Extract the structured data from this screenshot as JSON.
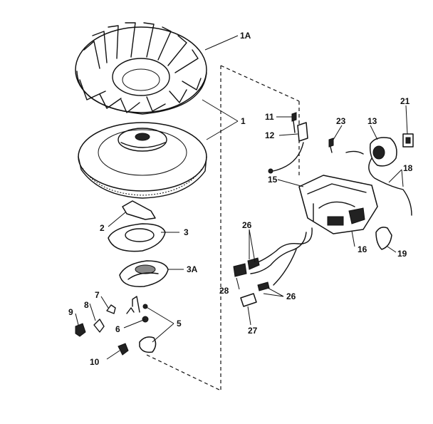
{
  "labels": {
    "flywheel_fan": "1A",
    "flywheel": "1",
    "key_2": "2",
    "plate_3": "3",
    "plate_3a": "3A",
    "part_5": "5",
    "part_6": "6",
    "part_7": "7",
    "part_8": "8",
    "part_9": "9",
    "part_10": "10",
    "part_11": "11",
    "part_12": "12",
    "part_13": "13",
    "part_15": "15",
    "part_16": "16",
    "part_18": "18",
    "part_19": "19",
    "part_21": "21",
    "part_23": "23",
    "part_26_top": "26",
    "part_26_bottom": "26",
    "part_27": "27",
    "part_28": "28"
  }
}
